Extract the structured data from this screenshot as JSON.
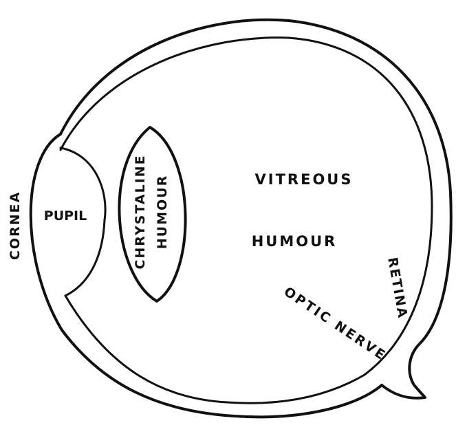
{
  "labels": {
    "cornea": "CORNEA",
    "pupil": "PUPIL",
    "lens_line1": "CHRYSTALINE",
    "lens_line2": "HUMOUR",
    "vitreous_line1": "VITREOUS",
    "vitreous_line2": "HUMOUR",
    "retina": "RETINA",
    "optic_nerve": "OPTIC NERVE"
  }
}
